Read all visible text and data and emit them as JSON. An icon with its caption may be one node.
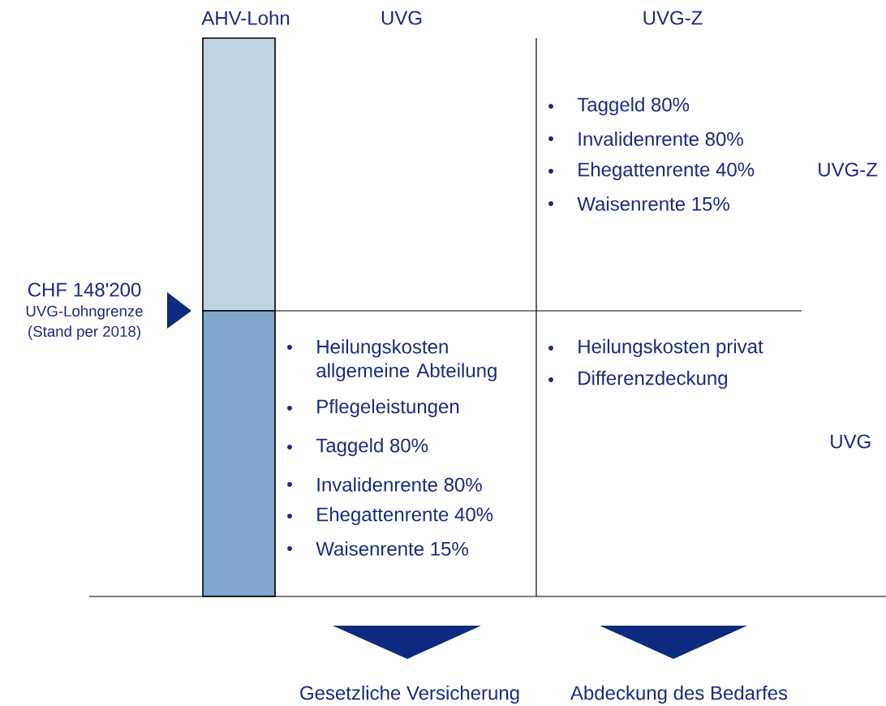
{
  "diagram": {
    "labels": [
      "AHV-Lohn",
      "UVG",
      "UVG-Z",
      "Taggeld 80%",
      "Invalidenrente 80%",
      "Ehegattenrente 40%",
      "UVG-Z",
      "Waisenrente 15%",
      "CHF 148'200",
      "UVG-Lohngrenze",
      "(Stand per 2018)",
      "Heilungskosten allgemeine Abteilung",
      "Heilungskosten privat",
      "Differenzdeckung",
      "Pflegeleistungen",
      "Taggeld 80%",
      "UVG",
      "Invalidenrente 80%",
      "Ehegattenrente 40%",
      "Waisenrente 15%",
      "Gesetzliche Versicherung",
      "Abdeckung des Bedarfes"
    ]
  }
}
